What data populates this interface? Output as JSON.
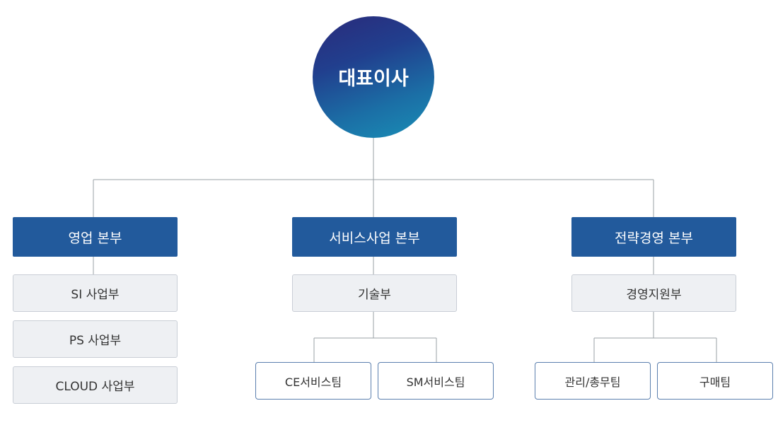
{
  "ceo": "대표이사",
  "divisions": [
    {
      "label": "영업 본부",
      "units": [
        "SI 사업부",
        "PS 사업부",
        "CLOUD 사업부"
      ],
      "teams": []
    },
    {
      "label": "서비스사업 본부",
      "units": [
        "기술부"
      ],
      "teams": [
        "CE서비스팀",
        "SM서비스팀"
      ]
    },
    {
      "label": "전략경영 본부",
      "units": [
        "경영지원부"
      ],
      "teams": [
        "관리/총무팀",
        "구매팀"
      ]
    }
  ],
  "colors": {
    "header_bg": "#225a9c",
    "unit_bg": "#eef0f3",
    "team_border": "#5b7fae",
    "connector": "#9aa0a6"
  }
}
